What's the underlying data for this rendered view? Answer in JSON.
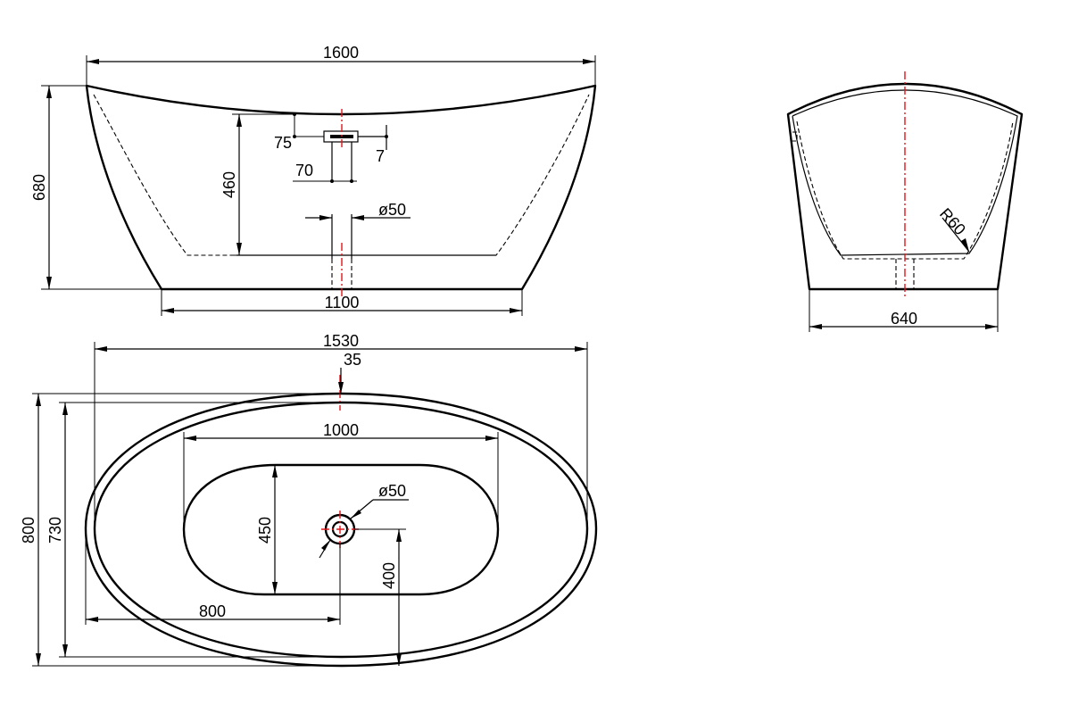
{
  "dimensions": {
    "side_length": "1600",
    "side_height": "680",
    "side_base": "1100",
    "side_depth": "460",
    "overflow_height": "75",
    "overflow_width": "70",
    "overflow_depth": "7",
    "side_drain": "ø50",
    "end_base": "640",
    "end_radius": "R60",
    "plan_length": "1530",
    "plan_rim": "35",
    "plan_inner_length": "1000",
    "plan_inner_width": "450",
    "plan_drain": "ø50",
    "plan_width": "800",
    "plan_inner_rim_width": "730",
    "plan_drain_x": "800",
    "plan_drain_y": "400"
  },
  "colors": {
    "line": "#000000",
    "centerline": "#e0161b"
  }
}
